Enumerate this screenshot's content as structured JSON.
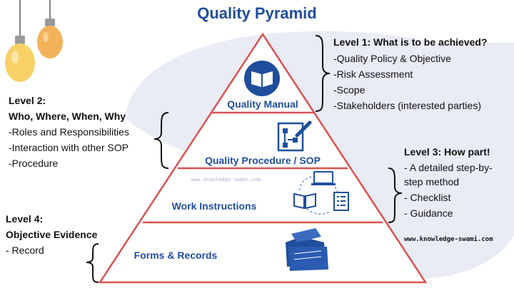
{
  "title": "Quality Pyramid",
  "colors": {
    "primary_blue": "#1f4e9c",
    "pyramid_red": "#d9534f",
    "blob": "#e9ebf5",
    "bulb_yellow": "#f7d168",
    "bulb_orange": "#f2b25a"
  },
  "pyramid": {
    "tier1": "Quality Manual",
    "tier2": "Quality Procedure / SOP",
    "tier3": "Work Instructions",
    "tier4": "Forms & Records"
  },
  "level1": {
    "heading": "Level 1: What is to be achieved?",
    "items": [
      "-Quality Policy & Objective",
      "-Risk Assessment",
      "-Scope",
      "-Stakeholders (interested parties)"
    ]
  },
  "level2": {
    "heading": "Level 2:",
    "subheading": "Who, Where, When, Why",
    "items": [
      "-Roles and Responsibilities",
      "-Interaction with other SOP",
      "-Procedure"
    ]
  },
  "level3": {
    "heading": "Level 3: How part!",
    "items": [
      "- A detailed step-by-",
      "step method",
      "- Checklist",
      "- Guidance"
    ]
  },
  "level4": {
    "heading": "Level 4:",
    "subheading": "Objective Evidence",
    "items": [
      "- Record"
    ]
  },
  "watermark_small": "www.knowledge-swami.com",
  "watermark": "www.knowledge-swami.com"
}
